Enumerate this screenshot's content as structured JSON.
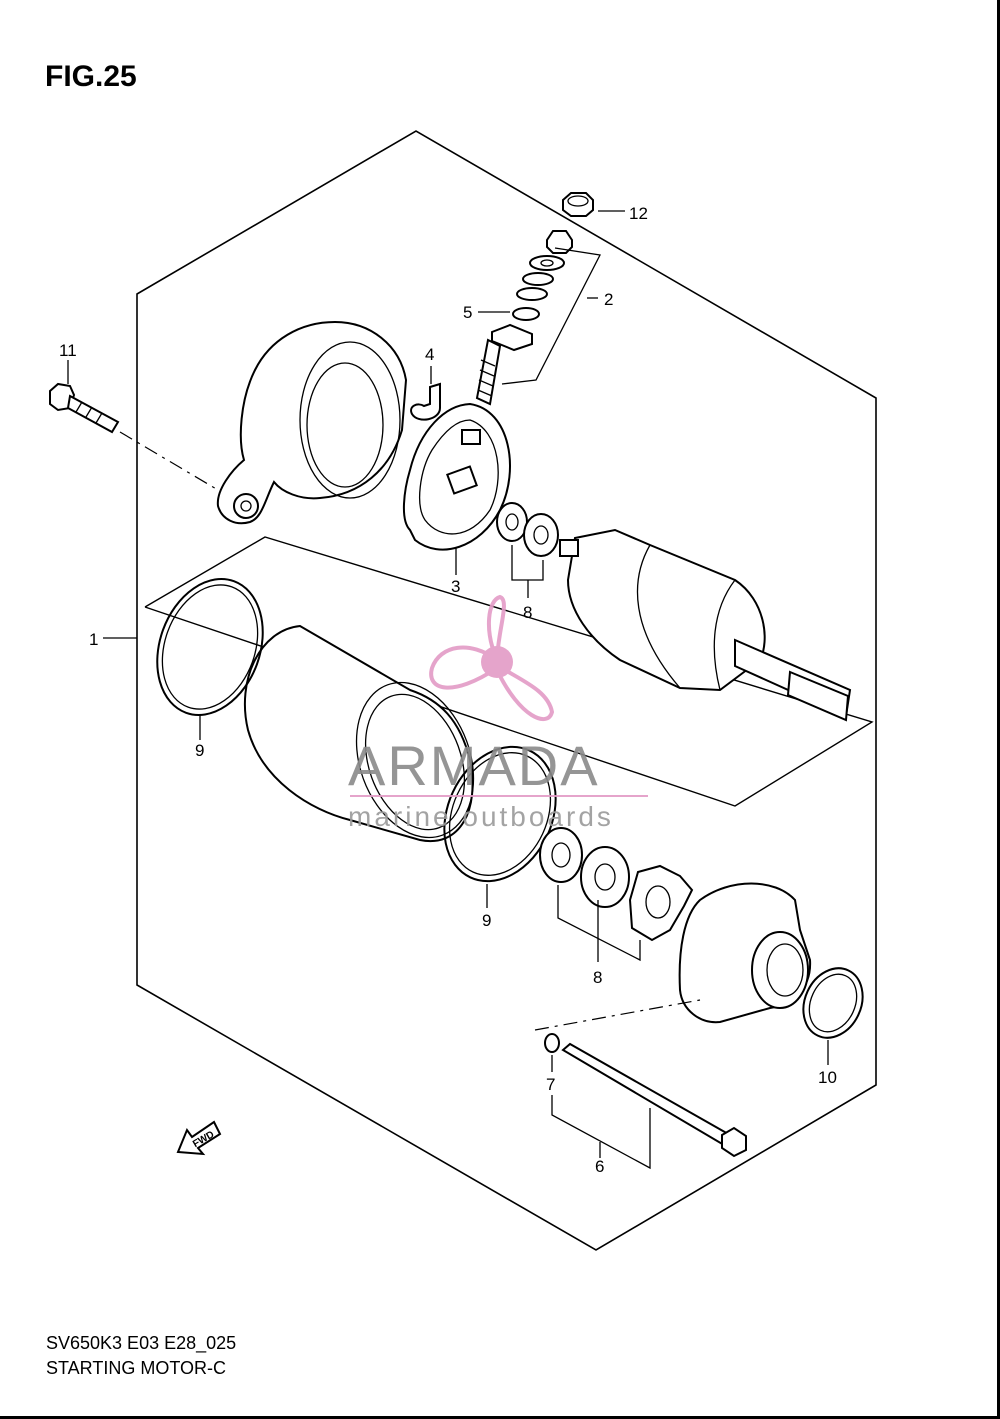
{
  "figure_title": "FIG.25",
  "footer": {
    "code": "SV650K3 E03 E28_025",
    "name": "STARTING MOTOR-C"
  },
  "callouts": {
    "c1": "1",
    "c2": "2",
    "c3": "3",
    "c4": "4",
    "c5": "5",
    "c6": "6",
    "c7": "7",
    "c8a": "8",
    "c8b": "8",
    "c9a": "9",
    "c9b": "9",
    "c10": "10",
    "c11": "11",
    "c12": "12"
  },
  "fwd_label": "FWD",
  "watermark": {
    "brand": "ARMADA",
    "tagline": "marine outboards",
    "accent_color": "#e39bc6"
  }
}
